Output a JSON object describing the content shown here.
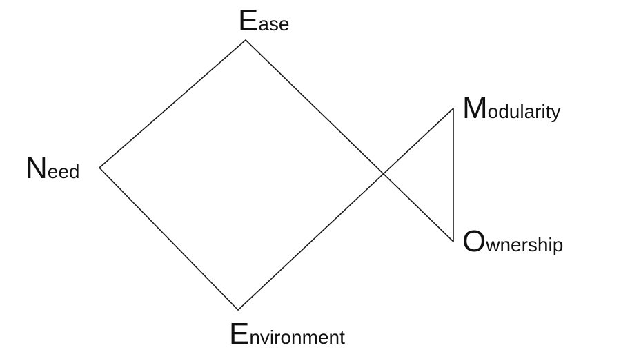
{
  "diagram": {
    "nodes": [
      {
        "id": "ease",
        "initial": "E",
        "rest": "ase"
      },
      {
        "id": "need",
        "initial": "N",
        "rest": "eed"
      },
      {
        "id": "environment",
        "initial": "E",
        "rest": "nvironment"
      },
      {
        "id": "modularity",
        "initial": "M",
        "rest": "odularity"
      },
      {
        "id": "ownership",
        "initial": "O",
        "rest": "wnership"
      }
    ],
    "edges": [
      {
        "from": "need",
        "to": "ease"
      },
      {
        "from": "ease",
        "to": "ownership"
      },
      {
        "from": "need",
        "to": "environment"
      },
      {
        "from": "environment",
        "to": "modularity"
      },
      {
        "from": "modularity",
        "to": "ownership"
      }
    ],
    "colors": {
      "line": "#1a1a1a",
      "text": "#111111",
      "background": "#ffffff"
    }
  }
}
